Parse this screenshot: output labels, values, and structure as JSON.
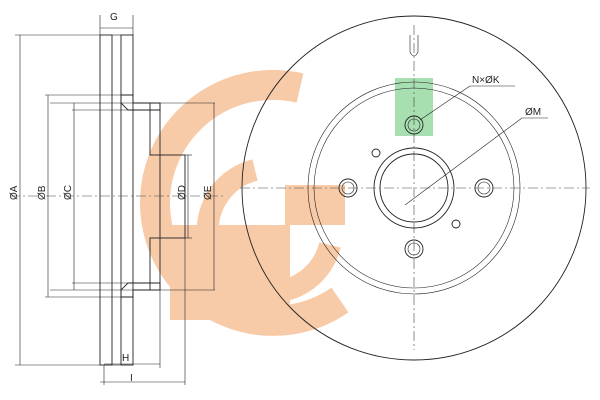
{
  "labels": {
    "g": "G",
    "h": "H",
    "i": "I",
    "a": "ØA",
    "b": "ØB",
    "c": "ØC",
    "d": "ØD",
    "e": "ØE",
    "nk": "N×ØK",
    "m": "ØM"
  },
  "colors": {
    "watermark_orange": "#f7c29a",
    "watermark_green": "#7fd08c",
    "line": "#222222"
  }
}
